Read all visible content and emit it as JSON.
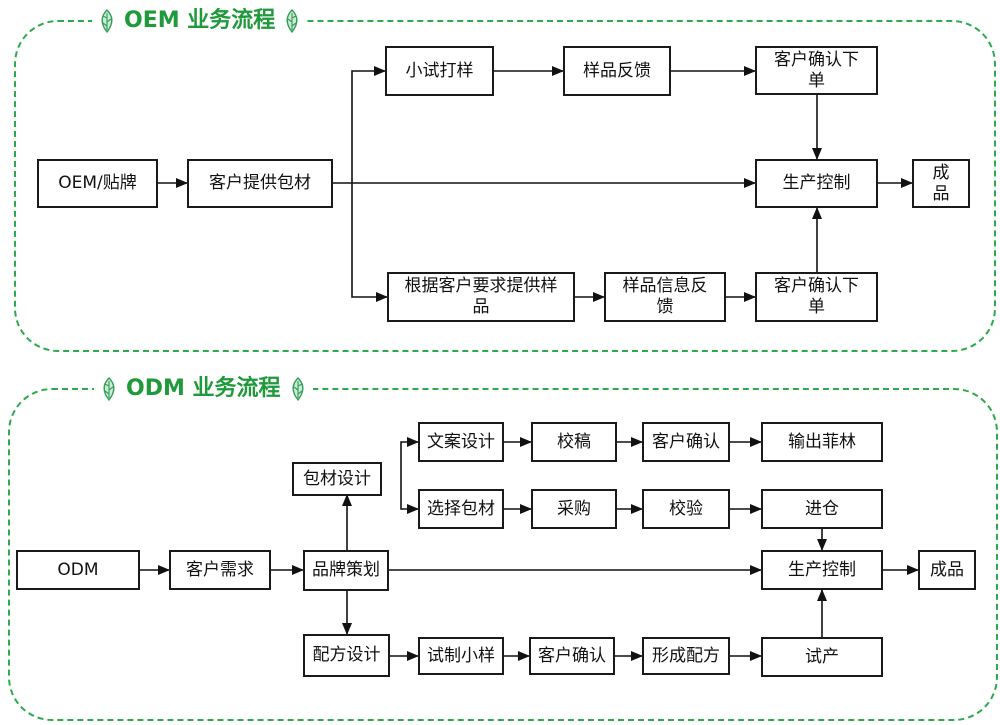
{
  "oem": {
    "title": "OEM 业务流程",
    "nodes": {
      "start": "OEM/贴牌",
      "provide_packaging": "客户提供包材",
      "small_trial": "小试打样",
      "sample_feedback": "样品反馈",
      "confirm_order_top": "客户确认下单",
      "production_control": "生产控制",
      "finished": "成品",
      "provide_samples": "根据客户要求提供样品",
      "sample_info_feedback": "样品信息反馈",
      "confirm_order_bottom": "客户确认下单"
    }
  },
  "odm": {
    "title": "ODM 业务流程",
    "nodes": {
      "start": "ODM",
      "customer_needs": "客户需求",
      "brand_planning": "品牌策划",
      "packaging_design": "包材设计",
      "copy_design": "文案设计",
      "proofread": "校稿",
      "customer_confirm_a": "客户确认",
      "output_film": "输出菲林",
      "choose_packaging": "选择包材",
      "procurement": "采购",
      "inspection": "校验",
      "warehousing": "进仓",
      "production_control": "生产控制",
      "finished": "成品",
      "formula_design": "配方设计",
      "trial_sample": "试制小样",
      "customer_confirm_b": "客户确认",
      "form_formula": "形成配方",
      "trial_production": "试产"
    }
  },
  "colors": {
    "panel_border": "#2daa4b",
    "title_text": "#1f9a3b",
    "box_border": "#1a1a1a",
    "arrow": "#111111"
  }
}
